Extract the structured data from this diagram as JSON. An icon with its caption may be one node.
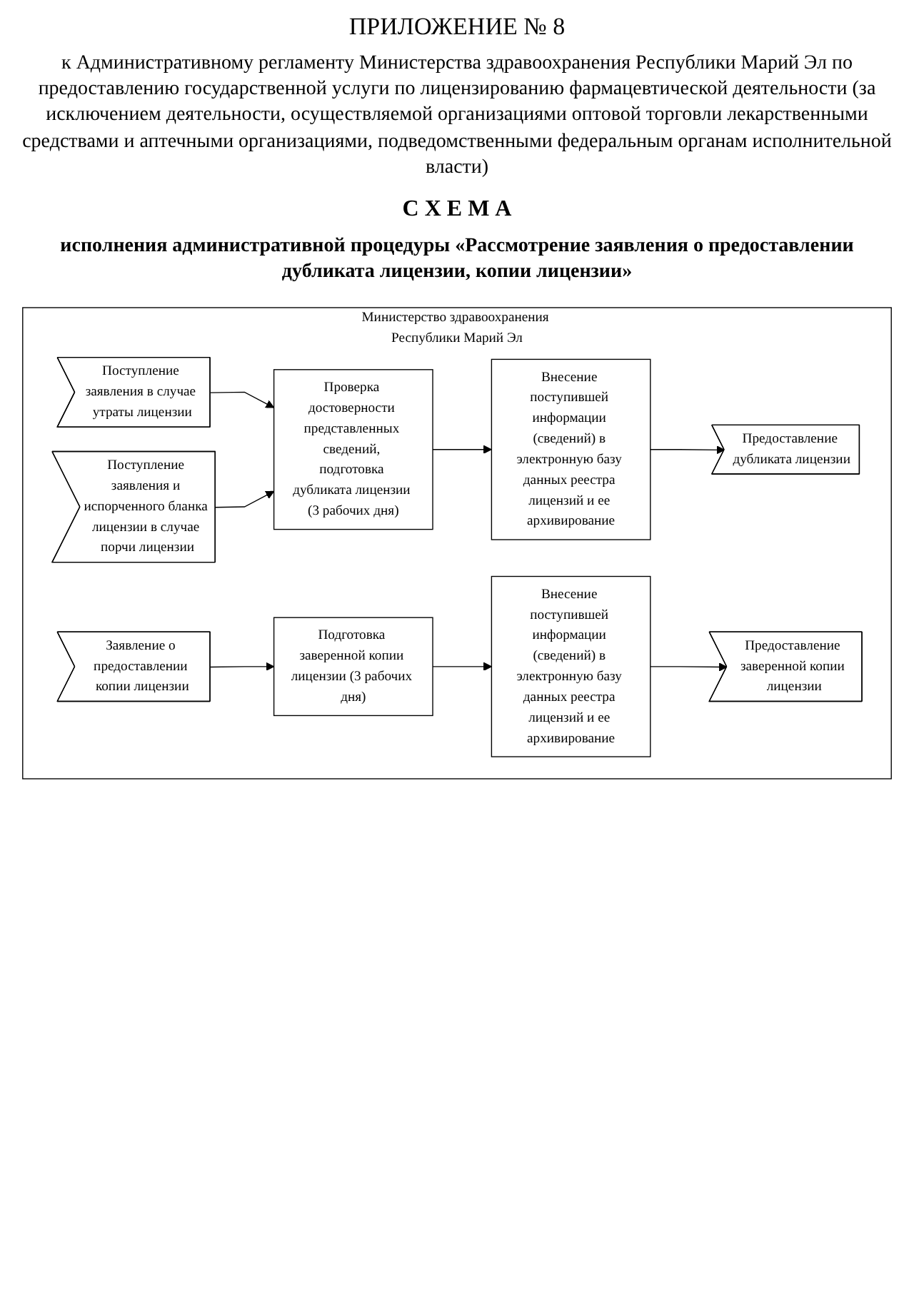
{
  "diagram": {
    "title": "С Х Е М А",
    "nodes": [
      {
        "text": [
          "Министерство здравоохранения Республики Марий Эл"
        ]
      },
      {
        "text": [
          "Поступление заявления в случае утраты лицензии"
        ],
        "in": 0
      },
      {
        "text": [
          "Проверка достоверности представленных сведений, подготовка дубликата лицензии (3 рабочих дня)"
        ],
        "in": 0
      },
      {
        "text": [
          "Внесение поступившей информации (сведений) в электронную базу данных реестра лицензий и ее архивирование"
        ],
        "in": 0
      },
      {
        "text": [
          "Предоставление дубликата лицензии"
        ],
        "in": 0
      },
      {
        "text": [
          "Поступление заявления и испорченного бланка лицензии в случае порчи лицензии"
        ],
        "in": 0
      },
      {
        "text": [
          "Заявление о предоставлении копии лицензии"
        ],
        "in": 0
      },
      {
        "text": [
          "Подготовка заверенной копии лицензии (3 рабочих дня)"
        ],
        "in": 0
      },
      {
        "text": [
          "Внесение поступившей информации (сведений) в электронную базу данных реестра лицензий и ее архивирование"
        ],
        "in": 0
      },
      {
        "text": [
          "Предоставление заверенной копии лицензии"
        ],
        "in": 0
      }
    ],
    "edges": [
      {
        "from": 1,
        "to": 2,
        "arrow": "to"
      },
      {
        "from": 5,
        "to": 2,
        "arrow": "to"
      },
      {
        "from": 2,
        "to": 3,
        "arrow": "to"
      },
      {
        "from": 3,
        "to": 4,
        "arrow": "to"
      },
      {
        "from": 6,
        "to": 7,
        "arrow": "to"
      },
      {
        "from": 7,
        "to": 8,
        "arrow": "to"
      },
      {
        "from": 8,
        "to": 9,
        "arrow": "to"
      }
    ],
    "labels": [
      "ПРИЛОЖЕНИЕ № 8",
      "к Административному регламенту Министерства здравоохранения Республики Марий Эл по предоставлению государственной услуги по лицензированию фармацевтической деятельности (за исключением деятельности, осуществляемой организациями оптовой торговли лекарственными средствами и аптечными организациями, подведомственными федеральным органам исполнительной власти)",
      "исполнения административной процедуры «Рассмотрение заявления о предоставлении дубликата лицензии, копии лицензии»"
    ]
  }
}
